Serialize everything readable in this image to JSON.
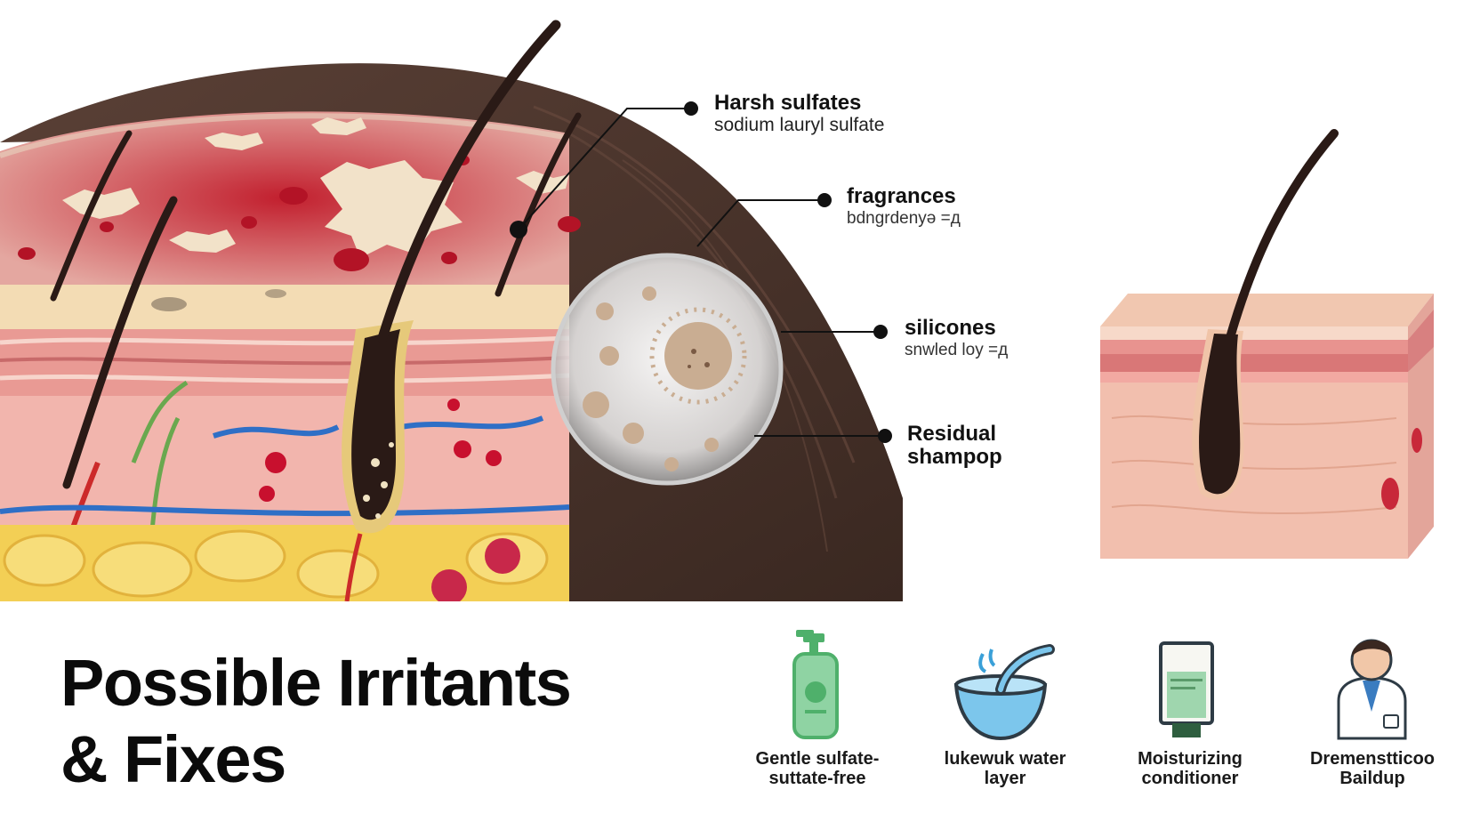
{
  "callouts": [
    {
      "title": "Harsh sulfates",
      "subtitle": "sodium lauryl sulfate"
    },
    {
      "title": "fragrances",
      "subtitle": "bdngrdenyə =д"
    },
    {
      "title": "silicones",
      "subtitle": "snwled loy =д"
    },
    {
      "title": "Residual",
      "subtitle": "shampop"
    }
  ],
  "heading": {
    "line1": "Possible Irritants",
    "line2": "& Fixes"
  },
  "fixes": [
    {
      "icon": "pump-bottle-icon",
      "line1": "Gentle sulfate-",
      "line2": "suttate-free"
    },
    {
      "icon": "water-bowl-icon",
      "line1": "lukewuk water",
      "line2": "layer"
    },
    {
      "icon": "conditioner-tube-icon",
      "line1": "Moisturizing",
      "line2": "conditioner"
    },
    {
      "icon": "dermatologist-icon",
      "line1": "Dremenstticoo",
      "line2": "Baildup"
    }
  ],
  "colors": {
    "inflamed_red": "#c8283a",
    "skin_pink": "#f2b5ad",
    "fat_yellow": "#f3cf55",
    "hair_dark": "#2a1a16",
    "bottle_green": "#8fd3a3",
    "bowl_blue": "#7cc6ec"
  }
}
